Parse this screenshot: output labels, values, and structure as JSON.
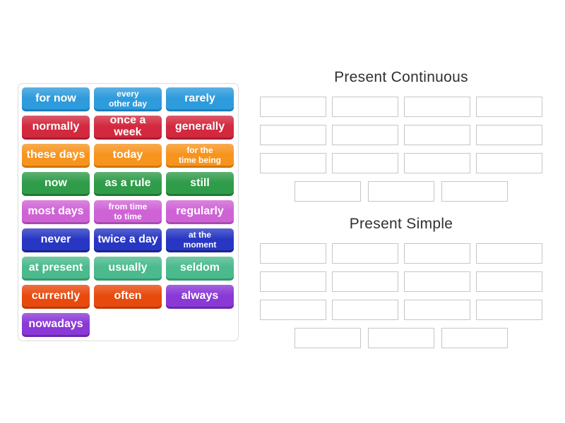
{
  "board": {
    "background": "#ffffff",
    "title_color": "#303030"
  },
  "palette": {
    "blue": {
      "bg": "#2E9BDC",
      "edge": "#1D7FB8"
    },
    "red": {
      "bg": "#D2293E",
      "edge": "#A81C31"
    },
    "orange": {
      "bg": "#F7941E",
      "edge": "#D0760B"
    },
    "green": {
      "bg": "#2F9C49",
      "edge": "#1E7A33"
    },
    "orchid": {
      "bg": "#CF63D6",
      "edge": "#A94BB3"
    },
    "darkblue": {
      "bg": "#2737C4",
      "edge": "#1A2590"
    },
    "seagreen": {
      "bg": "#4BBA8D",
      "edge": "#35996F"
    },
    "orangered": {
      "bg": "#E84A0E",
      "edge": "#BC3A08"
    },
    "purple": {
      "bg": "#8A38D6",
      "edge": "#6B27AD"
    }
  },
  "word_bank": {
    "tiles": [
      {
        "label": "for now",
        "color": "blue",
        "small": false
      },
      {
        "label": "every\nother day",
        "color": "blue",
        "small": true
      },
      {
        "label": "rarely",
        "color": "blue",
        "small": false
      },
      {
        "label": "normally",
        "color": "red",
        "small": false
      },
      {
        "label": "once a week",
        "color": "red",
        "small": false
      },
      {
        "label": "generally",
        "color": "red",
        "small": false
      },
      {
        "label": "these days",
        "color": "orange",
        "small": false
      },
      {
        "label": "today",
        "color": "orange",
        "small": false
      },
      {
        "label": "for the\ntime being",
        "color": "orange",
        "small": true
      },
      {
        "label": "now",
        "color": "green",
        "small": false
      },
      {
        "label": "as a rule",
        "color": "green",
        "small": false
      },
      {
        "label": "still",
        "color": "green",
        "small": false
      },
      {
        "label": "most days",
        "color": "orchid",
        "small": false
      },
      {
        "label": "from time\nto time",
        "color": "orchid",
        "small": true
      },
      {
        "label": "regularly",
        "color": "orchid",
        "small": false
      },
      {
        "label": "never",
        "color": "darkblue",
        "small": false
      },
      {
        "label": "twice a day",
        "color": "darkblue",
        "small": false
      },
      {
        "label": "at the\nmoment",
        "color": "darkblue",
        "small": true
      },
      {
        "label": "at present",
        "color": "seagreen",
        "small": false
      },
      {
        "label": "usually",
        "color": "seagreen",
        "small": false
      },
      {
        "label": "seldom",
        "color": "seagreen",
        "small": false
      },
      {
        "label": "currently",
        "color": "orangered",
        "small": false
      },
      {
        "label": "often",
        "color": "orangered",
        "small": false
      },
      {
        "label": "always",
        "color": "purple",
        "small": false
      },
      {
        "label": "nowadays",
        "color": "purple",
        "small": false
      }
    ]
  },
  "groups": [
    {
      "title": "Present Continuous",
      "slot_rows": [
        4,
        4,
        4,
        3
      ]
    },
    {
      "title": "Present Simple",
      "slot_rows": [
        4,
        4,
        4,
        3
      ]
    }
  ],
  "slot": {
    "border_color": "#c6c6c6"
  }
}
